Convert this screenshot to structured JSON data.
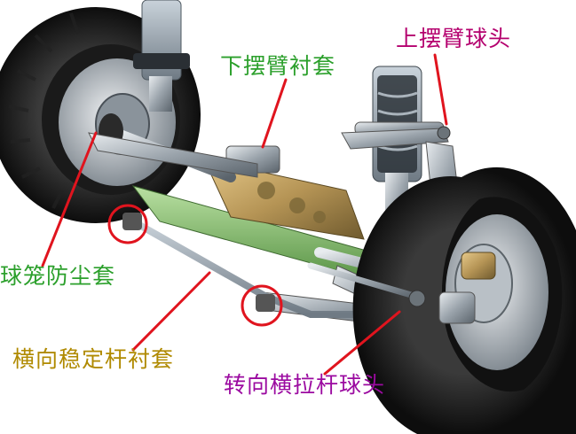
{
  "labels": {
    "upper_arm_ball_joint": {
      "text": "上摆臂球头",
      "color": "#b4006e"
    },
    "lower_arm_bushing": {
      "text": "下摆臂衬套",
      "color": "#2ca02c"
    },
    "cv_joint_boot": {
      "text": "球笼防尘套",
      "color": "#2ca02c"
    },
    "stabilizer_bushing": {
      "text": "横向稳定杆衬套",
      "color": "#b08a00"
    },
    "tie_rod_ball_joint": {
      "text": "转向横拉杆球头",
      "color": "#9b0aa0"
    }
  },
  "colors": {
    "leader_line": "#e0141e",
    "highlight_circle": "#e0141e"
  },
  "icons": [
    "suspension-illustration"
  ]
}
